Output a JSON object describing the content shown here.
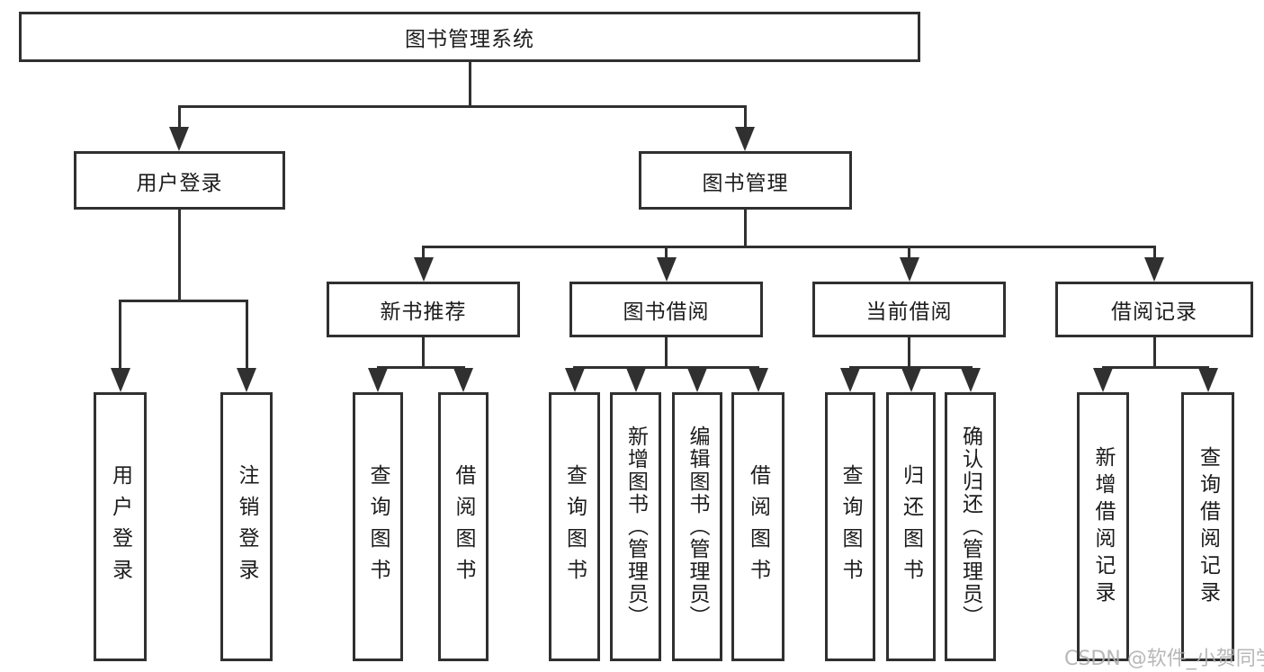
{
  "diagram": {
    "title": "图书管理系统",
    "branches": [
      {
        "label": "用户登录",
        "leaves": [
          "用户登录",
          "注销登录"
        ]
      },
      {
        "label": "图书管理",
        "sections": [
          {
            "label": "新书推荐",
            "leaves": [
              "查询图书",
              "借阅图书"
            ]
          },
          {
            "label": "图书借阅",
            "leaves": [
              "查询图书",
              "新增图书（管理员）",
              "编辑图书（管理员）",
              "借阅图书"
            ]
          },
          {
            "label": "当前借阅",
            "leaves": [
              "查询图书",
              "归还图书",
              "确认归还（管理员）"
            ]
          },
          {
            "label": "借阅记录",
            "leaves": [
              "新增借阅记录",
              "查询借阅记录"
            ]
          }
        ]
      }
    ],
    "watermark": "CSDN @软件_小贺同学",
    "colors": {
      "line": "#303030",
      "text": "#1c1c1c",
      "watermark": "#b0b0b0",
      "background": "#ffffff"
    }
  }
}
